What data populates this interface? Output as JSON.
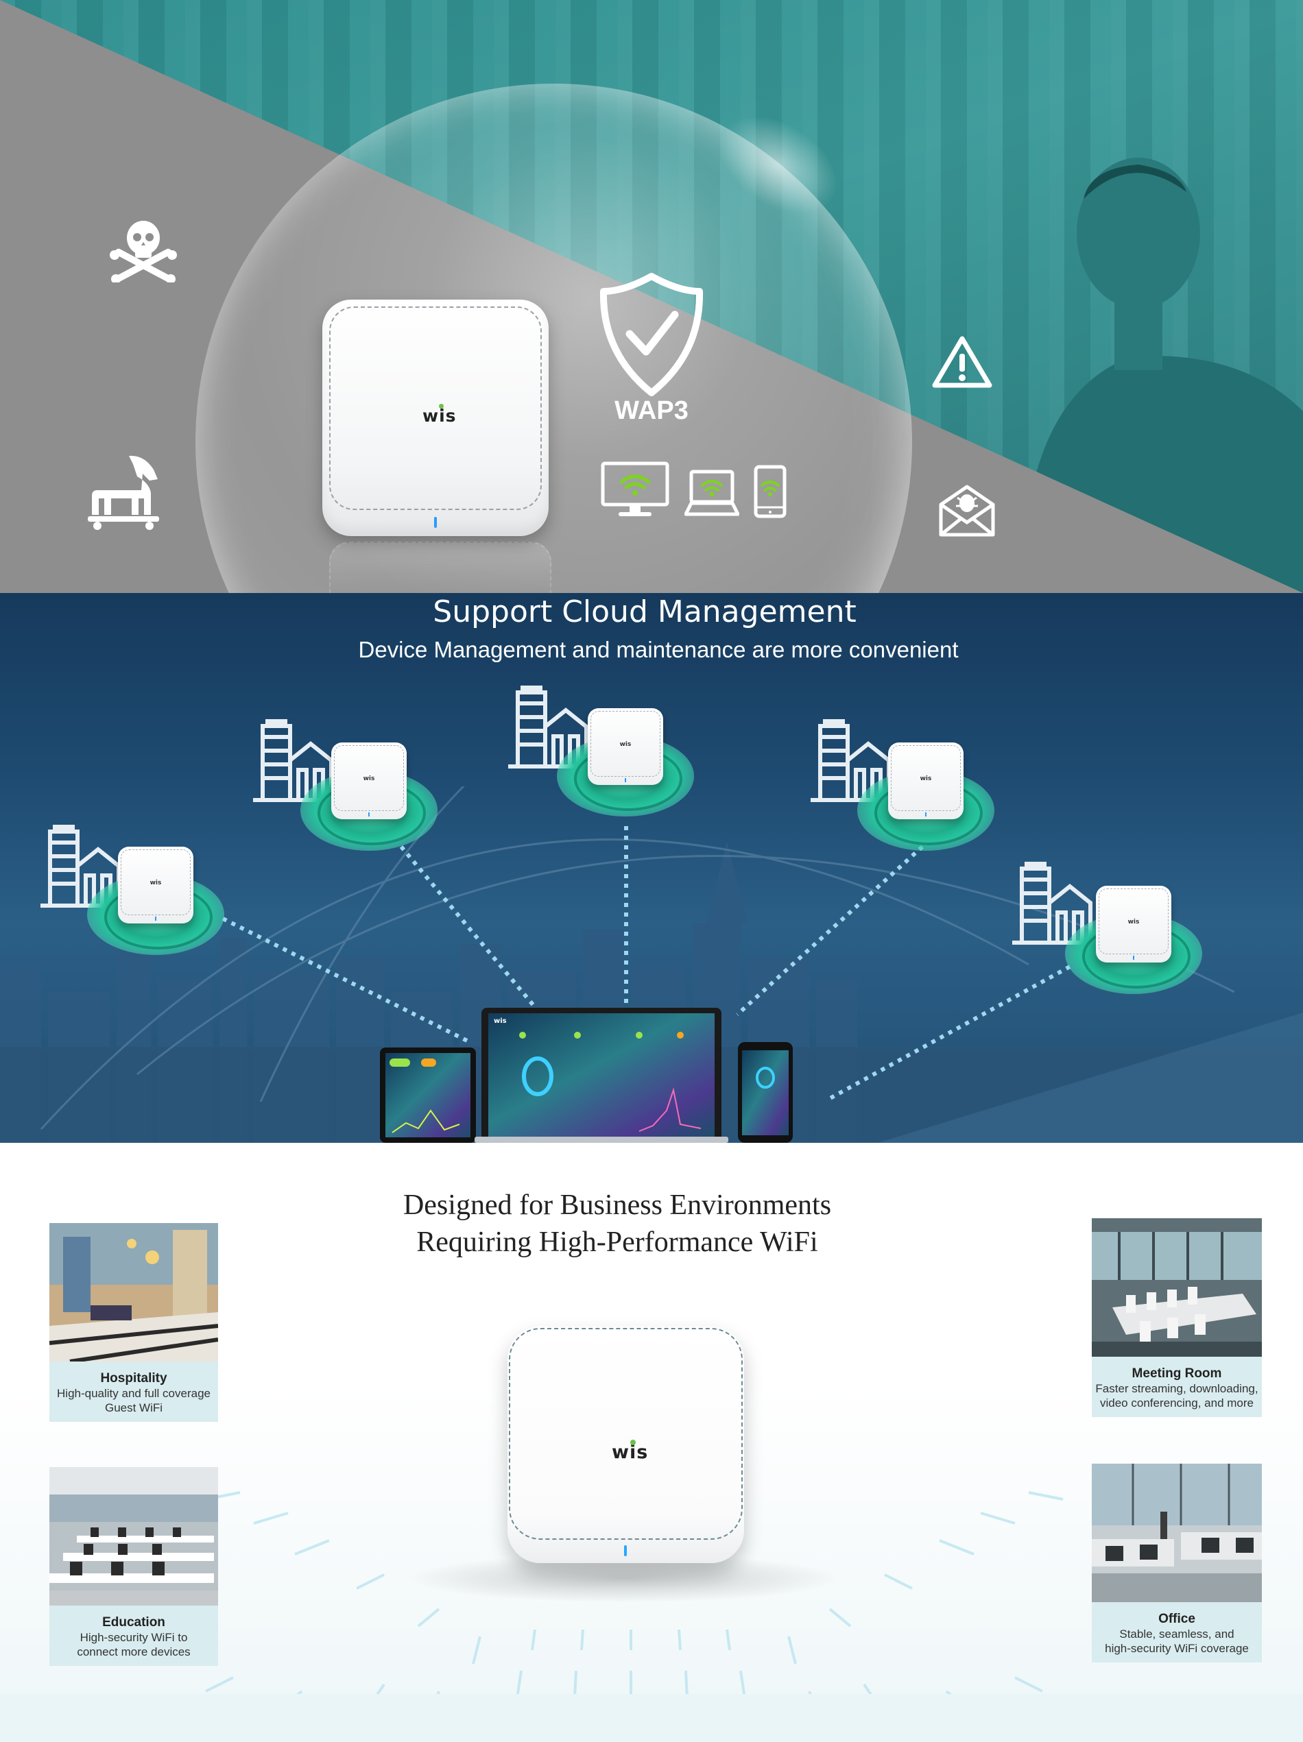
{
  "security": {
    "badge_label": "WAP3",
    "device_logo": "wis",
    "threat_icons": [
      "skull-crossbones-icon",
      "trojan-horse-icon",
      "warning-triangle-icon",
      "malware-envelope-icon"
    ],
    "client_icons": [
      "desktop-monitor-wifi-icon",
      "laptop-wifi-icon",
      "phone-wifi-icon"
    ],
    "colors": {
      "teal": "#3a9a99",
      "gray": "#8c8c8c",
      "wifi_green": "#7ed321"
    }
  },
  "cloud": {
    "title": "Support Cloud Management",
    "subtitle": "Device Management and maintenance are more convenient",
    "node_logo": "wis",
    "dashboard_logo": "wis",
    "colors": {
      "navy": "#1f4c73",
      "ring_green": "#25c49e"
    }
  },
  "business": {
    "headline_line1": "Designed for Business Environments",
    "headline_line2": "Requiring High-Performance WiFi",
    "device_logo": "wis",
    "scenarios": [
      {
        "title": "Hospitality",
        "line1": "High-quality and full coverage",
        "line2": "Guest WiFi"
      },
      {
        "title": "Education",
        "line1": "High-security WiFi to",
        "line2": "connect more devices"
      },
      {
        "title": "Meeting Room",
        "line1": "Faster streaming, downloading,",
        "line2": "video conferencing, and more"
      },
      {
        "title": "Office",
        "line1": "Stable, seamless, and",
        "line2": "high-security WiFi coverage"
      }
    ],
    "colors": {
      "caption_bg": "#d9ecef"
    }
  }
}
